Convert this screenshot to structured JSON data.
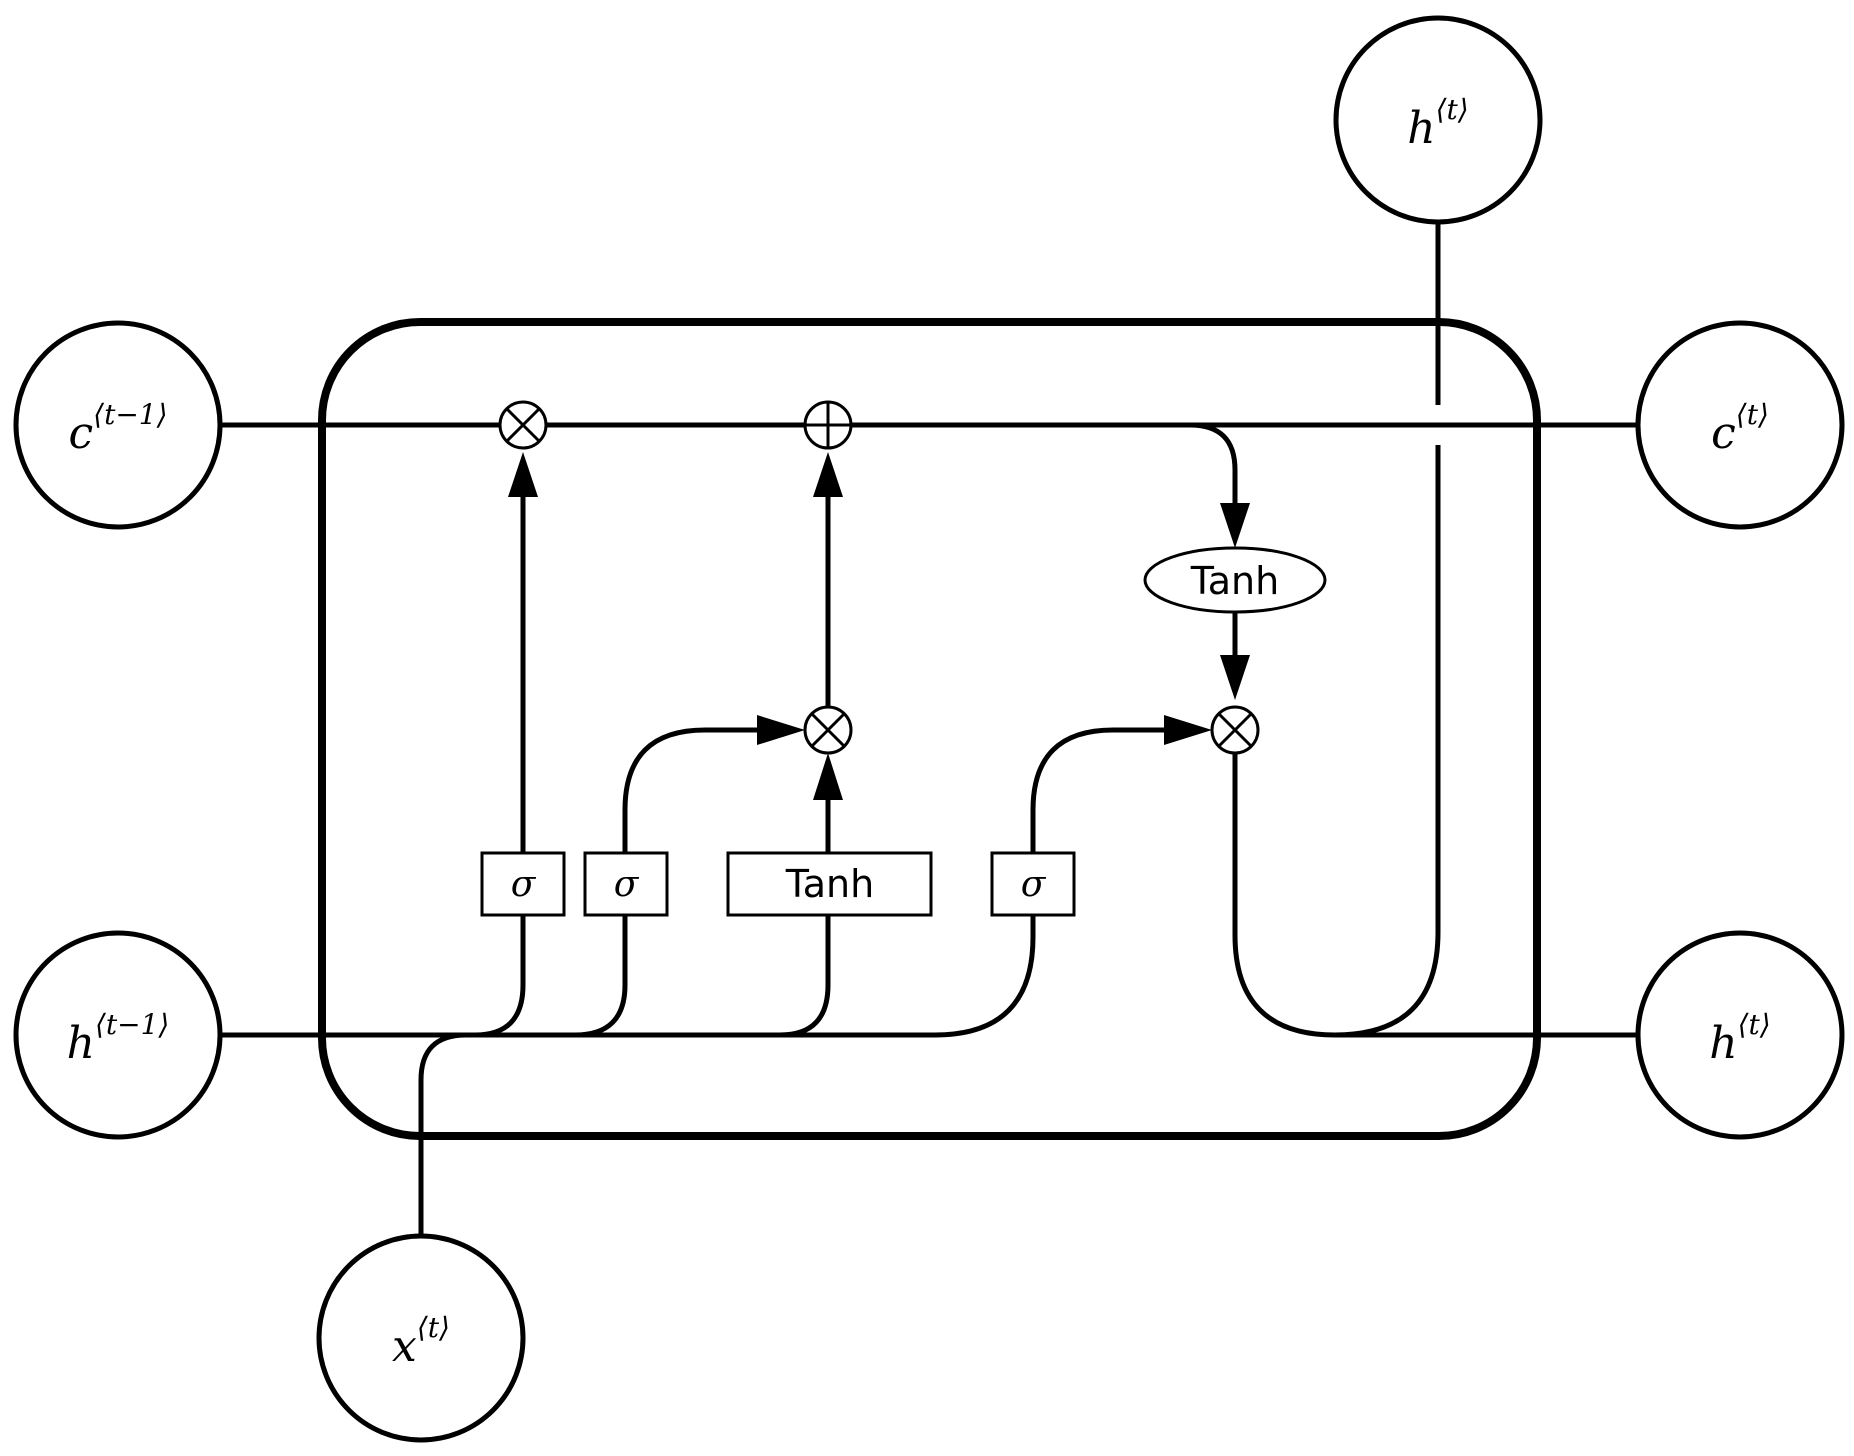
{
  "nodes": {
    "c_prev": {
      "base": "c",
      "sup": "⟨t−1⟩"
    },
    "h_prev": {
      "base": "h",
      "sup": "⟨t−1⟩"
    },
    "x_t": {
      "base": "x",
      "sup": "⟨t⟩"
    },
    "c_t": {
      "base": "c",
      "sup": "⟨t⟩"
    },
    "h_t_right": {
      "base": "h",
      "sup": "⟨t⟩"
    },
    "h_t_top": {
      "base": "h",
      "sup": "⟨t⟩"
    }
  },
  "gates": {
    "forget": "σ",
    "input": "σ",
    "candidate": "Tanh",
    "output": "σ"
  },
  "cell_tanh": "Tanh",
  "operators": {
    "forget_mult": "multiply",
    "cell_add": "add",
    "input_mult": "multiply",
    "output_mult": "multiply"
  }
}
